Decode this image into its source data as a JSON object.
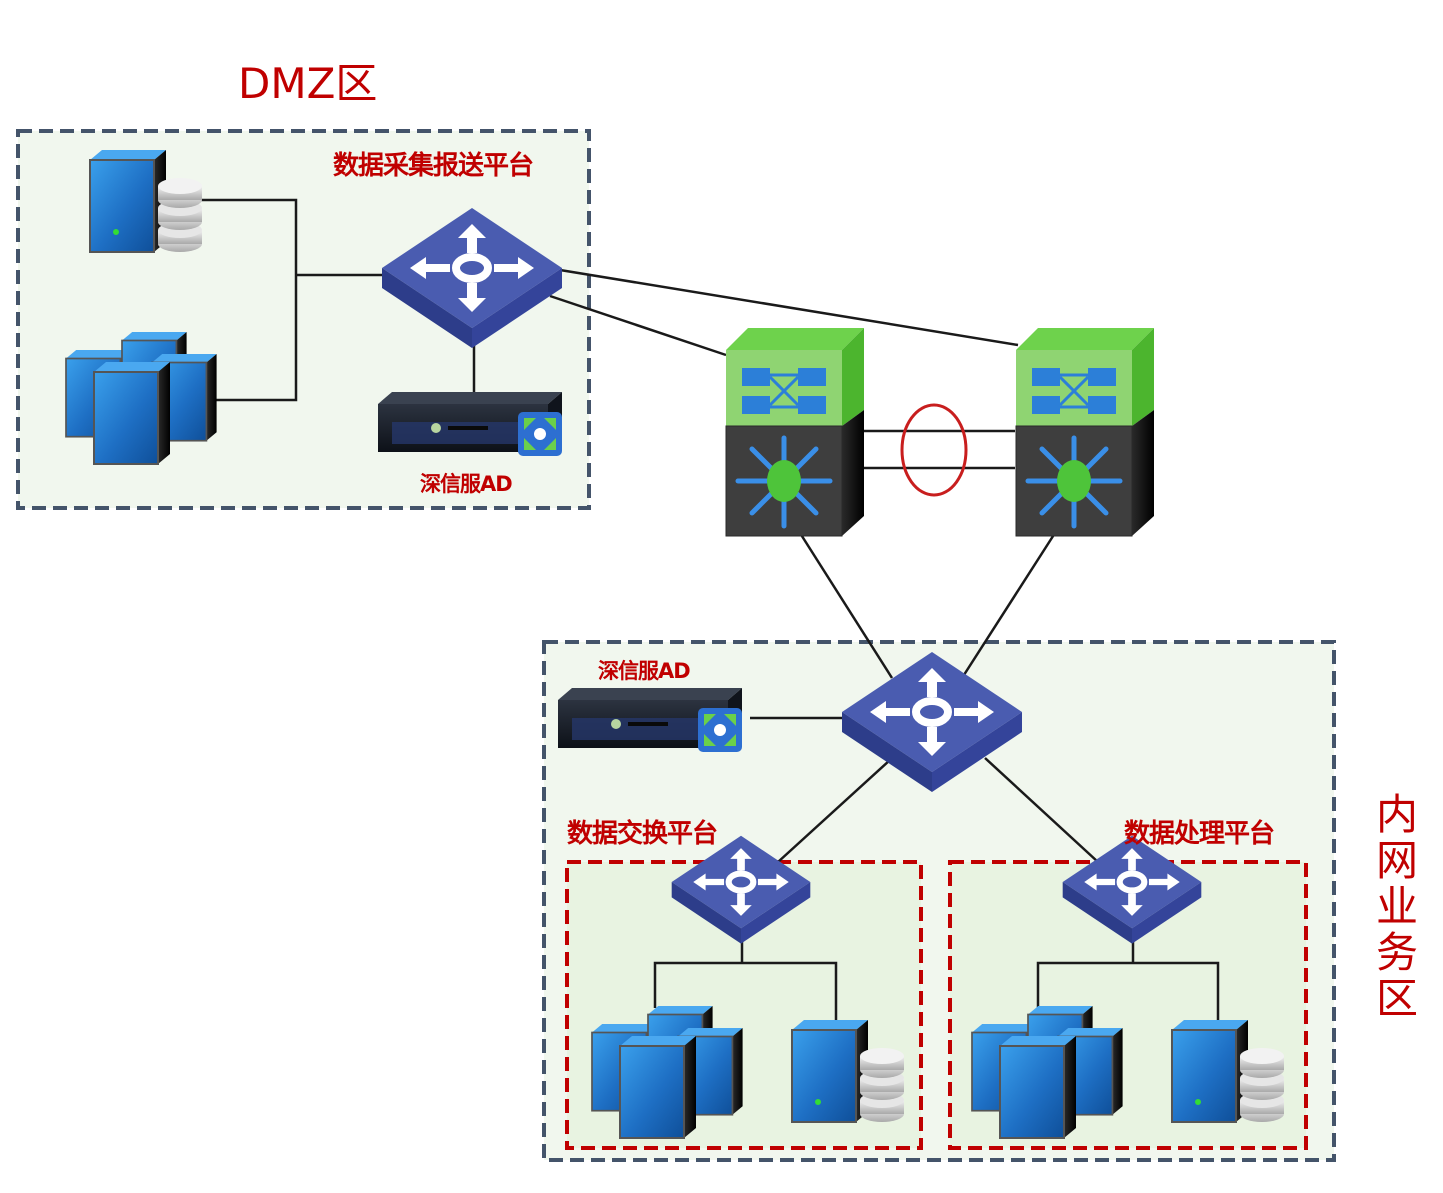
{
  "zones": {
    "dmz": {
      "title": "DMZ区"
    },
    "intranet": {
      "title": "内网业务区"
    }
  },
  "platforms": {
    "collection": {
      "label": "数据采集报送平台"
    },
    "exchange": {
      "label": "数据交换平台"
    },
    "processing": {
      "label": "数据处理平台"
    }
  },
  "devices": {
    "ad_dmz": {
      "label": "深信服AD"
    },
    "ad_intranet": {
      "label": "深信服AD"
    }
  },
  "colors": {
    "label_red": "#c00000",
    "zone_border": "#44546a",
    "platform_border": "#c00000",
    "zone_fill": "#f1f7ee",
    "platform_fill": "#e8f3e1",
    "switch_blue": "#3f51a3",
    "core_green": "#5cc23a",
    "core_dark": "#3a3a3a",
    "link_ellipse": "#c81e1e"
  }
}
